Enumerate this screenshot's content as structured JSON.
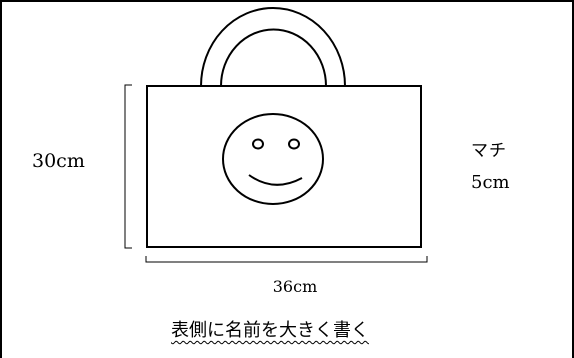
{
  "labels": {
    "height": "30cm",
    "width": "36cm",
    "gusset_title": "マチ",
    "gusset_value": "5cm",
    "instruction": "表側に名前を大きく書く"
  },
  "colors": {
    "stroke": "#000000",
    "background": "#ffffff"
  },
  "icons": {
    "face": "smiley-face-icon",
    "handle": "bag-handle-icon"
  }
}
